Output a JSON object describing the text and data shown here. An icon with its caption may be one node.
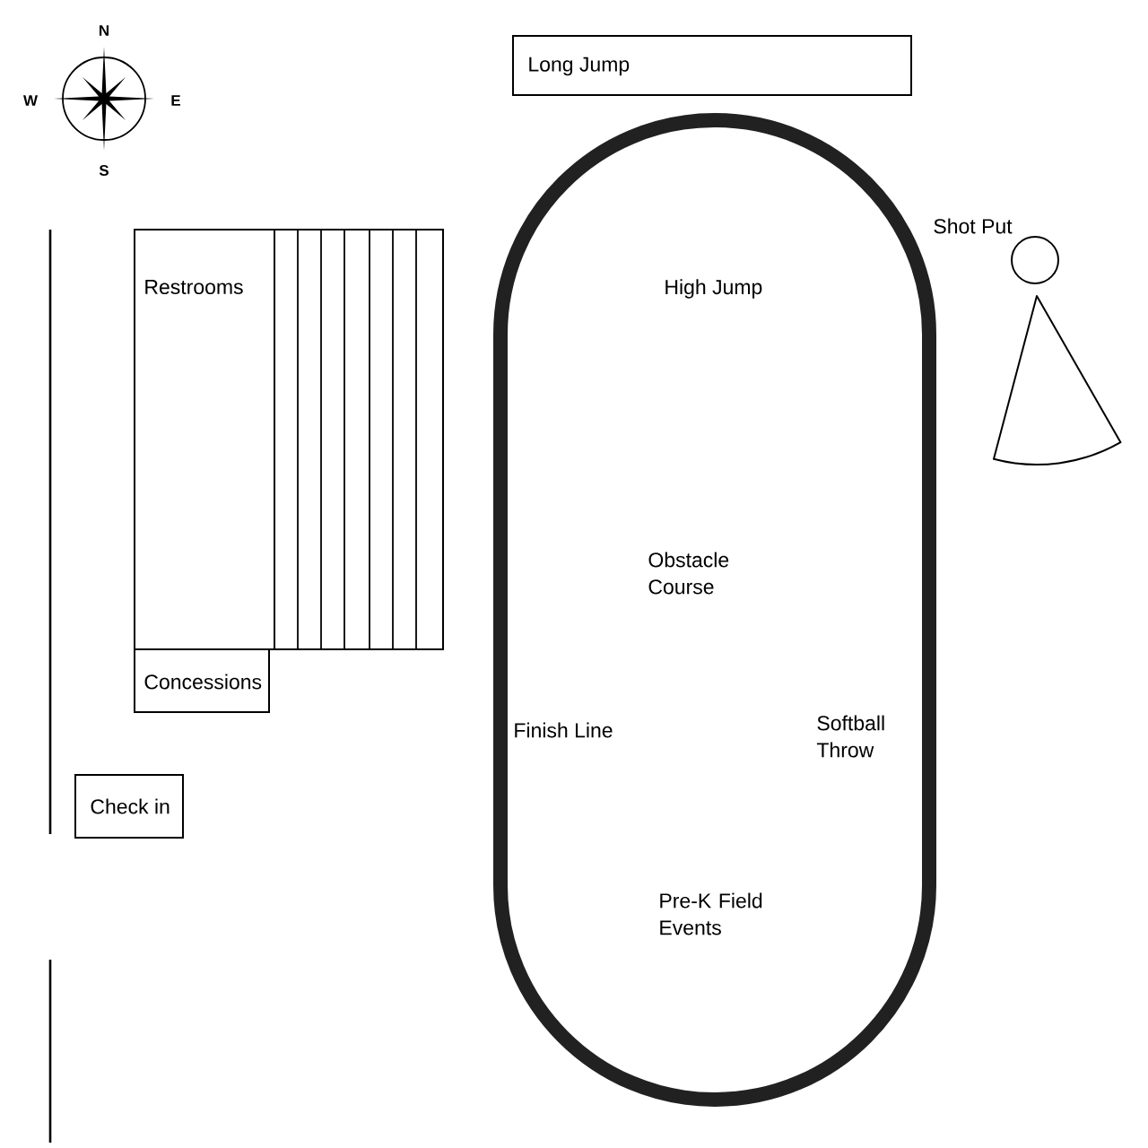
{
  "diagram": {
    "nodes": [
      {
        "text": [
          "Long Jump"
        ]
      },
      {
        "text": [
          "Restrooms"
        ]
      },
      {
        "text": [],
        "shape": "box"
      },
      {
        "text": [
          "High Jump",
          "Obstacle Course",
          "Finish Line",
          "Softball Throw",
          "Pre-K Field Events"
        ]
      },
      {
        "text": [
          "Shot Put"
        ]
      },
      {
        "text": [
          "Concessions"
        ]
      },
      {
        "text": [
          "Check in"
        ]
      }
    ],
    "labels": [
      "N",
      "W",
      "E",
      "S"
    ]
  }
}
